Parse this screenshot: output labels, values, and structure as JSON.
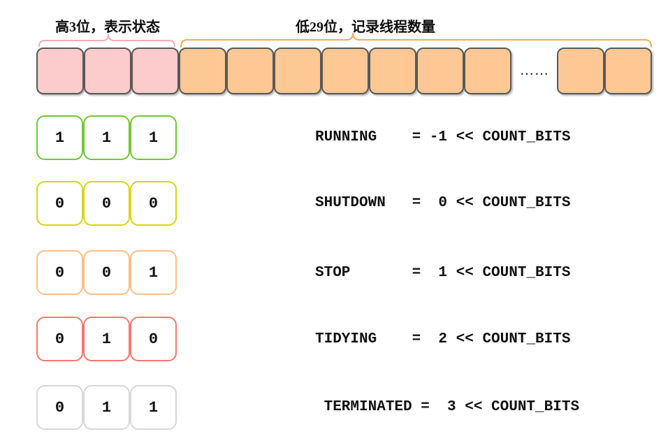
{
  "labels": {
    "high_bits": "高3位，表示状态",
    "low_bits": "低29位，记录线程数量",
    "ellipsis": "……"
  },
  "bit_strip": {
    "pink_boxes": 3,
    "orange_boxes_left": 7,
    "orange_boxes_right": 2
  },
  "colors": {
    "pink_fill": "#FCCBCB",
    "orange_fill": "#FDC893",
    "strip_border": "#595959",
    "brace_pink": "#F5ABB5",
    "brace_orange": "#F5AA57",
    "row_running_border": "#70C832",
    "row_shutdown_border": "#D6D516",
    "row_stop_border": "#FBBE86",
    "row_tidying_border": "#F8776D",
    "row_terminated_border": "#D8D8D8",
    "text": "#111111"
  },
  "state_rows": [
    {
      "name": "RUNNING",
      "bits": [
        "1",
        "1",
        "1"
      ],
      "border_color": "#70C832",
      "equation": "RUNNING    = -1 << COUNT_BITS"
    },
    {
      "name": "SHUTDOWN",
      "bits": [
        "0",
        "0",
        "0"
      ],
      "border_color": "#D6D516",
      "equation": "SHUTDOWN   =  0 << COUNT_BITS"
    },
    {
      "name": "STOP",
      "bits": [
        "0",
        "0",
        "1"
      ],
      "border_color": "#FBBE86",
      "equation": "STOP       =  1 << COUNT_BITS"
    },
    {
      "name": "TIDYING",
      "bits": [
        "0",
        "1",
        "0"
      ],
      "border_color": "#F8776D",
      "equation": "TIDYING    =  2 << COUNT_BITS"
    },
    {
      "name": "TERMINATED",
      "bits": [
        "0",
        "1",
        "1"
      ],
      "border_color": "#D8D8D8",
      "equation": " TERMINATED =  3 << COUNT_BITS"
    }
  ]
}
